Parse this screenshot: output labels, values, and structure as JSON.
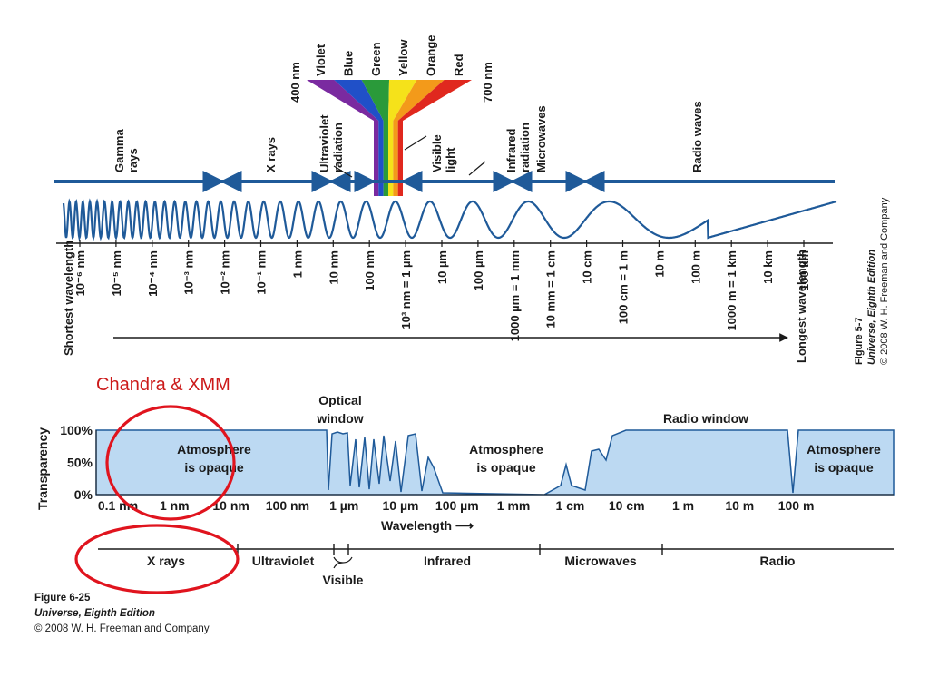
{
  "spectrum": {
    "visible_start": "400 nm",
    "visible_end": "700 nm",
    "visible_colors": [
      {
        "name": "Violet",
        "color": "#7a2aa0"
      },
      {
        "name": "Blue",
        "color": "#2050c8"
      },
      {
        "name": "Green",
        "color": "#2a9a3a"
      },
      {
        "name": "Yellow",
        "color": "#f5e21a"
      },
      {
        "name": "Orange",
        "color": "#f39a1a"
      },
      {
        "name": "Red",
        "color": "#e0281e"
      }
    ],
    "bands": [
      "Gamma rays",
      "X rays",
      "Ultraviolet radiation",
      "Visible light",
      "Infrared radiation",
      "Microwaves",
      "Radio waves"
    ],
    "ticks": [
      "10⁻⁶ nm",
      "10⁻⁵ nm",
      "10⁻⁴ nm",
      "10⁻³ nm",
      "10⁻² nm",
      "10⁻¹ nm",
      "1 nm",
      "10 nm",
      "100 nm",
      "10³ nm = 1 µm",
      "10 µm",
      "100 µm",
      "1000 µm = 1 mm",
      "10 mm = 1 cm",
      "10 cm",
      "100 cm = 1 m",
      "10 m",
      "100 m",
      "1000 m = 1 km",
      "10 km",
      "100 km"
    ],
    "shortest_label": "Shortest wavelength",
    "longest_label": "Longest wavelength",
    "figure_caption": [
      "Figure 5-7",
      "Universe, Eighth Edition",
      "© 2008 W. H. Freeman and Company"
    ],
    "band_color": "#1f5a99"
  },
  "annotation": {
    "text": "Chandra & XMM",
    "color": "#cc1a1a"
  },
  "transparency": {
    "ylabel": "Transparency",
    "yticks": [
      "100%",
      "50%",
      "0%"
    ],
    "xticks": [
      "0.1 nm",
      "1 nm",
      "10 nm",
      "100 nm",
      "1 µm",
      "10 µm",
      "100 µm",
      "1 mm",
      "1 cm",
      "10 cm",
      "1 m",
      "10 m",
      "100 m"
    ],
    "xlabel": "Wavelength ⟶",
    "optical_window": "Optical window",
    "radio_window": "Radio window",
    "opaque_label": "Atmosphere is opaque",
    "fill_color": "#bcd9f2",
    "regions": [
      {
        "name": "X rays"
      },
      {
        "name": "Ultraviolet"
      },
      {
        "name": "Visible"
      },
      {
        "name": "Infrared"
      },
      {
        "name": "Microwaves"
      },
      {
        "name": "Radio"
      }
    ]
  },
  "caption": {
    "figure": "Figure 6-25",
    "book": "Universe, Eighth Edition",
    "copyright": "© 2008 W. H. Freeman and Company"
  }
}
